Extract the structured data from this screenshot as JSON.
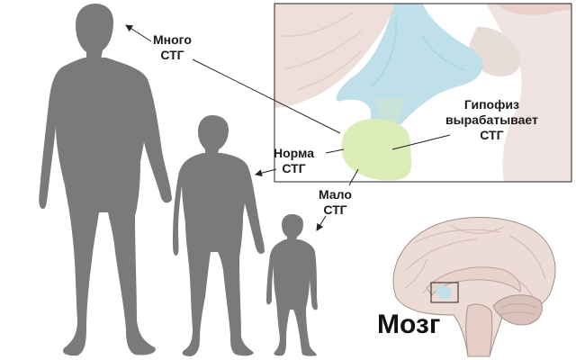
{
  "labels": {
    "much": [
      "Много",
      "СТГ"
    ],
    "normal": [
      "Норма",
      "СТГ"
    ],
    "little": [
      "Мало",
      "СТГ"
    ],
    "pituitary": [
      "Гипофиз",
      "вырабатывает",
      "СТГ"
    ],
    "brain": "Мозг"
  },
  "colors": {
    "silhouette": "#7a7a7a",
    "pituitary_fill": "#dcedb8",
    "hypothalamus_fill": "#bfe0e8",
    "brain_tissue": "#eddcd6",
    "line": "#222222"
  },
  "icons": [
    "large-person-silhouette",
    "medium-person-silhouette",
    "small-person-silhouette",
    "brain-cross-section"
  ]
}
